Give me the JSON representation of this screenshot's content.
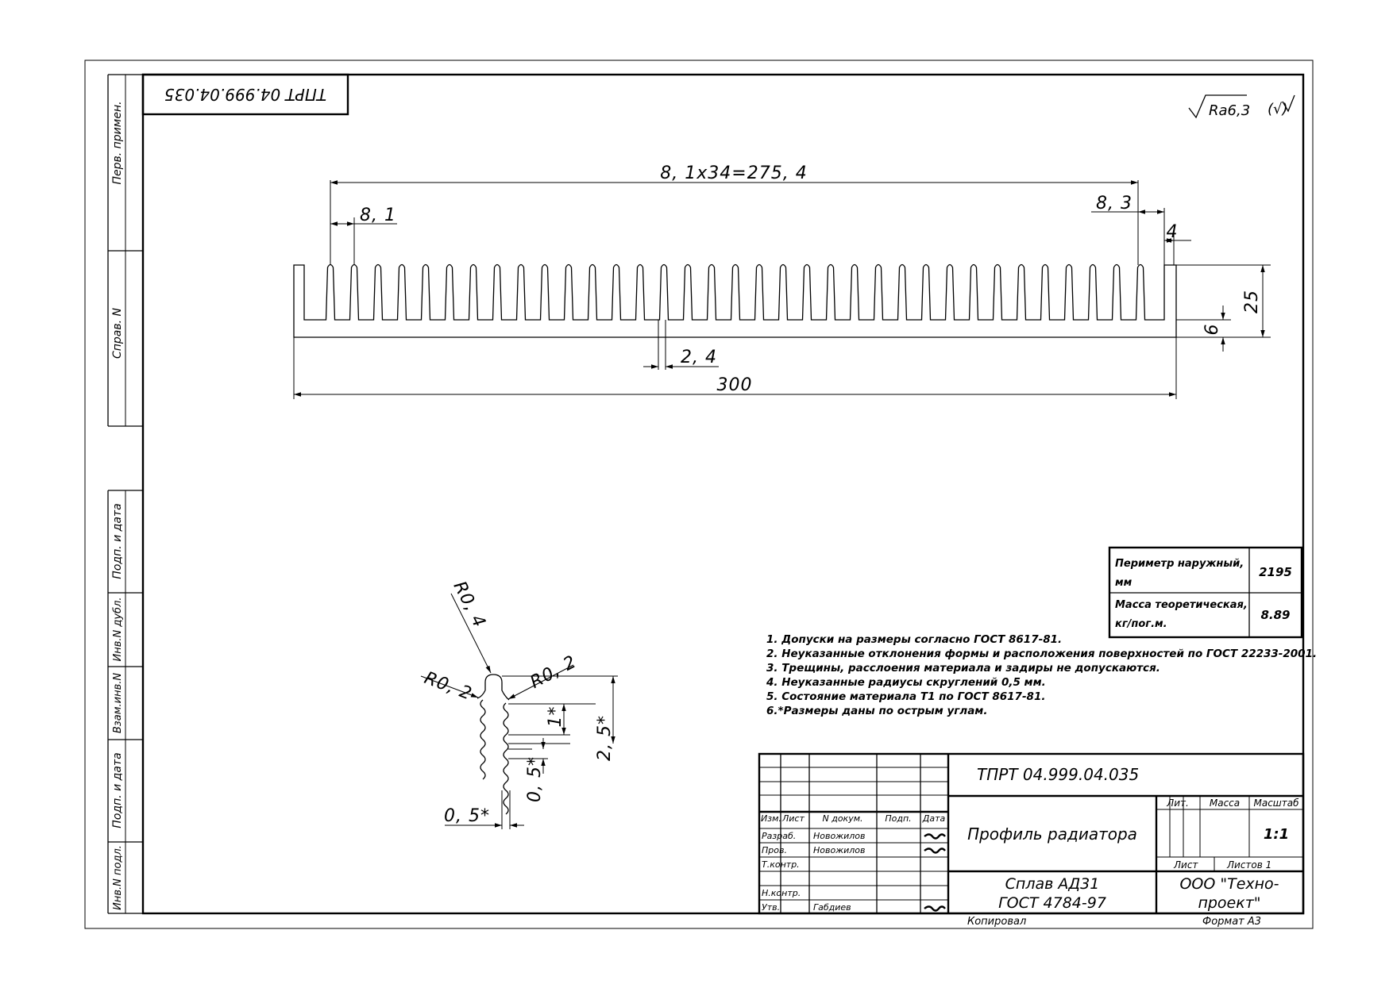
{
  "designation": "ТПРТ 04.999.04.035",
  "part_name": "Профиль радиатора",
  "material_line1": "Сплав АД31",
  "material_line2": "ГОСТ 4784-97",
  "company_line1": "ООО \"Техно-",
  "company_line2": "проект\"",
  "scale": "1:1",
  "copied_label": "Копировал",
  "format_label": "Формат А3",
  "roughness": "Ra6,3",
  "roughness_suffix": "(√)",
  "title_block": {
    "headers": {
      "izm": "Изм.",
      "list": "Лист",
      "doc_no": "N докум.",
      "sign": "Подп.",
      "date": "Дата",
      "lit": "Лит.",
      "mass": "Масса",
      "scale": "Масштаб",
      "sheet": "Лист",
      "sheets": "Листов 1"
    },
    "roles": [
      {
        "role": "Разраб.",
        "name": "Новожилов"
      },
      {
        "role": "Пров.",
        "name": "Новожилов"
      },
      {
        "role": "Т.контр.",
        "name": ""
      },
      {
        "role": "",
        "name": ""
      },
      {
        "role": "Н.контр.",
        "name": ""
      },
      {
        "role": "Утв.",
        "name": "Габдиев"
      }
    ]
  },
  "side_labels": [
    "Перв. примен.",
    "Справ. N",
    "Подп. и дата",
    "Инв.N дубл.",
    "Взам.инв.N",
    "Подп. и дата",
    "Инв.N подл."
  ],
  "properties": [
    {
      "name_line1": "Периметр наружный,",
      "name_line2": "мм",
      "value": "2195"
    },
    {
      "name_line1": "Масса теоретическая,",
      "name_line2": "кг/пог.м.",
      "value": "8.89"
    }
  ],
  "notes": [
    "1. Допуски на размеры согласно ГОСТ 8617-81.",
    "2. Неуказанные отклонения формы и расположения поверхностей по ГОСТ 22233-2001.",
    "3. Трещины, расслоения материала и задиры не допускаются.",
    "4. Неуказанные радиусы скруглений 0,5 мм.",
    "5. Состояние материала Т1 по ГОСТ 8617-81.",
    "6.*Размеры даны по острым углам."
  ],
  "dimensions": {
    "pitch_total": "8, 1x34=275, 4",
    "pitch": "8, 1",
    "end_pitch": "8, 3",
    "end_wall": "4",
    "height": "25",
    "base": "6",
    "fin_thickness": "2, 4",
    "overall_width": "300",
    "r_tip": "R0, 4",
    "r_left": "R0, 2",
    "r_right": "R0, 2",
    "tooth_1": "1*",
    "depth_25": "2, 5*",
    "tooth_05": "0, 5*",
    "bottom_05": "0, 5*"
  }
}
